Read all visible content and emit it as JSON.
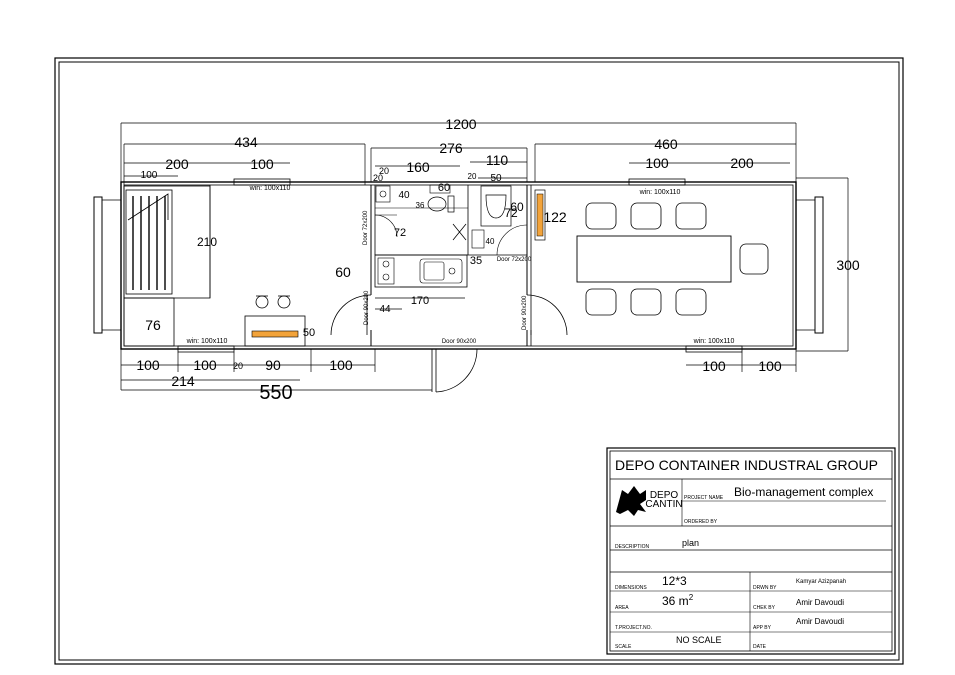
{
  "dimensions": {
    "overall_length": "1200",
    "left_section": "434",
    "middle_section": "276",
    "right_section": "460",
    "bed_width": "200",
    "win_top_left": "100",
    "bed_top": "100",
    "wc_width": "160",
    "wc_basin": "40",
    "shower_width": "110",
    "win_top_right_1": "100",
    "win_top_right_2": "200",
    "depth": "300",
    "bed_length": "210",
    "wall_60": "60",
    "bottom_100_a": "100",
    "bottom_100_b": "100",
    "bottom_20": "20",
    "bottom_90": "90",
    "bottom_100_c": "100",
    "bottom_214": "214",
    "bottom_550": "550",
    "bottom_right_100_a": "100",
    "bottom_right_100_b": "100",
    "dim_76": "76",
    "dim_170": "170",
    "dim_44": "44",
    "dim_35": "35",
    "dim_50_bench": "50",
    "dim_122": "122",
    "dim_60_shower": "60",
    "dim_72": "72",
    "dim_40_mirror": "40",
    "dim_20_a": "20",
    "dim_20_b": "20",
    "dim_50_b": "50",
    "dim_36": "36",
    "dim_20_c": "20",
    "dim_40_b": "40",
    "dim_60_c": "60",
    "dim_72_b": "72"
  },
  "labels": {
    "win_top_left": "win: 100x110",
    "win_top_right": "win: 100x110",
    "win_bottom_left": "win: 100x110",
    "win_bottom_right": "win: 100x110",
    "door_main": "Door 90x200",
    "door_left": "Door 90x200",
    "door_right": "Door 90x200",
    "door_wc": "Door 72x200",
    "door_shower": "Door 72x200"
  },
  "title_block": {
    "company": "DEPO CONTAINER INDUSTRAL GROUP",
    "logo_line1": "DEPO",
    "logo_line2": "CANTIN",
    "project_name_label": "PROJECT NAME",
    "project_name": "Bio-management complex",
    "ordered_by_label": "ORDERED BY",
    "description_label": "DESCRIPTION",
    "description": "plan",
    "dimensions_label": "DIMENSIONS",
    "dimensions_value": "12*3",
    "drawn_by_label": "DRWN BY",
    "drawn_by": "Kamyar Azizpanah",
    "area_label": "AREA",
    "area_value": "36 m",
    "area_sup": "2",
    "checked_by_label": "CHEK BY",
    "checked_by": "Amir Davoudi",
    "project_no_label": "T.PROJECT.NO.",
    "approved_by_label": "APP BY",
    "approved_by": "Amir Davoudi",
    "scale_label": "SCALE",
    "scale_value": "NO SCALE",
    "date_label": "DATE"
  }
}
